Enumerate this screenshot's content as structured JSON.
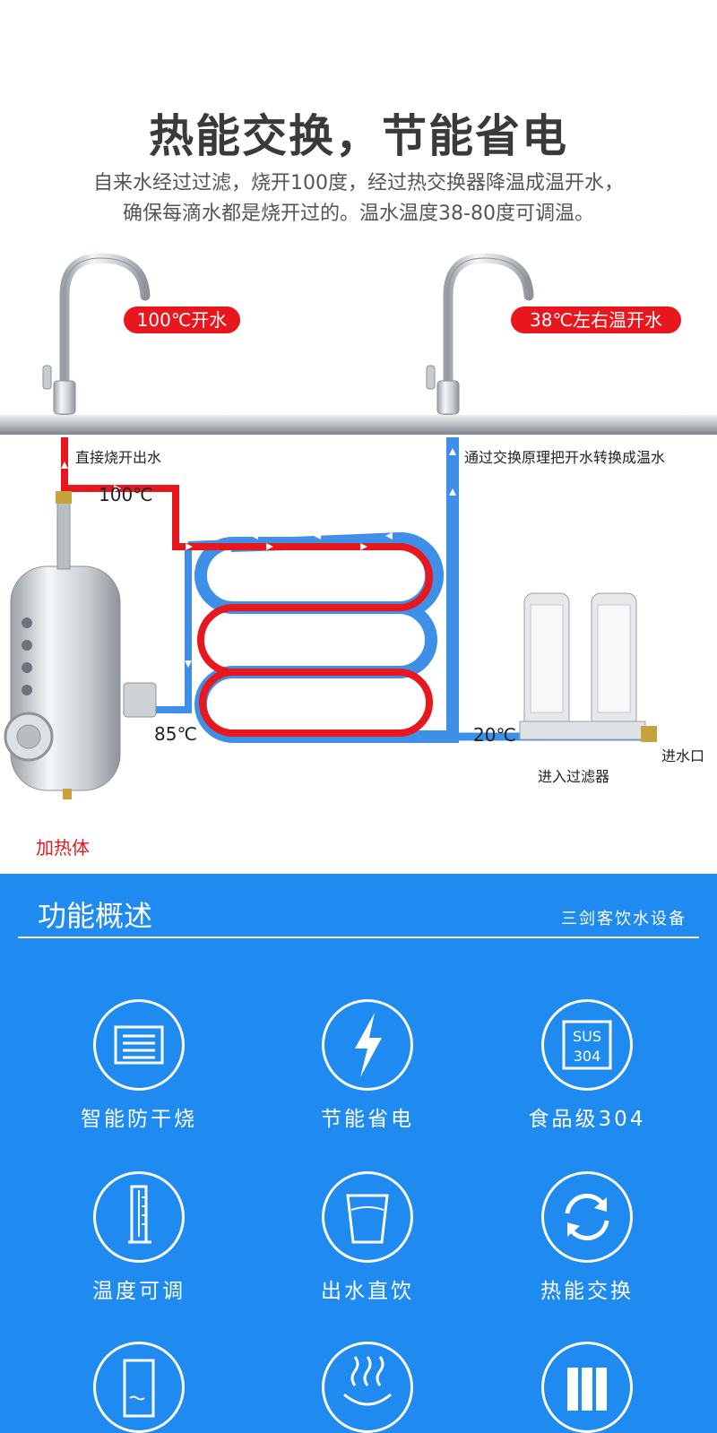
{
  "header": {
    "title": "热能交换，节能省电",
    "subtitle_line1": "自来水经过过滤，烧开100度，经过热交换器降温成温开水，",
    "subtitle_line2": "确保每滴水都是烧开过的。温水温度38-80度可调温。"
  },
  "diagram": {
    "tag_left": "100℃开水",
    "tag_right": "38℃左右温开水",
    "label_direct": "直接烧开出水",
    "label_exchange": "通过交换原理把开水转换成温水",
    "temp_100": "100℃",
    "temp_85": "85℃",
    "temp_20": "20℃",
    "label_inlet": "进水口",
    "label_filter": "进入过滤器",
    "label_heater": "加热体"
  },
  "features_section": {
    "title": "功能概述",
    "brand": "三剑客饮水设备",
    "items": [
      {
        "label": "智能防干烧",
        "icon": "heating-plate-icon"
      },
      {
        "label": "节能省电",
        "icon": "lightning-icon"
      },
      {
        "label": "食品级304",
        "icon": "sus304-icon",
        "icon_text_top": "SUS",
        "icon_text_bottom": "304"
      },
      {
        "label": "温度可调",
        "icon": "thermometer-icon"
      },
      {
        "label": "出水直饮",
        "icon": "cup-icon"
      },
      {
        "label": "热能交换",
        "icon": "exchange-arrows-icon"
      }
    ]
  },
  "colors": {
    "accent_red": "#e8161d",
    "accent_blue": "#1f8af0",
    "pipe_blue": "#3d8fe8"
  }
}
